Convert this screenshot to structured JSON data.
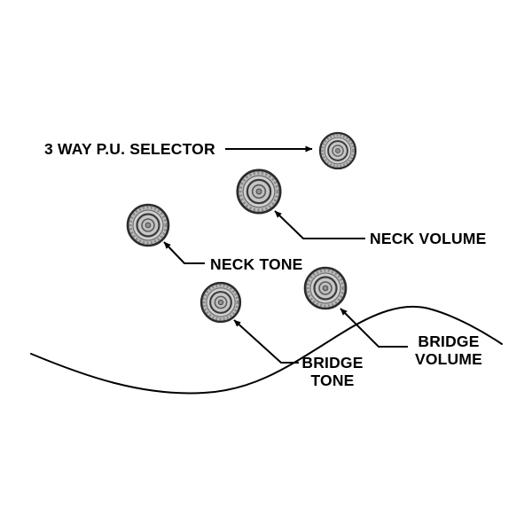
{
  "diagram": {
    "labels": {
      "selector": "3 WAY P.U. SELECTOR",
      "neck_volume": "NECK VOLUME",
      "neck_tone": "NECK TONE",
      "bridge_volume": [
        "BRIDGE",
        "VOLUME"
      ],
      "bridge_tone": [
        "BRIDGE",
        "TONE"
      ]
    },
    "knobs": [
      {
        "name": "3-way-pickup-selector"
      },
      {
        "name": "neck-volume-knob"
      },
      {
        "name": "neck-tone-knob"
      },
      {
        "name": "bridge-volume-knob"
      },
      {
        "name": "bridge-tone-knob"
      }
    ],
    "colors": {
      "background": "#ffffff",
      "line": "#000000",
      "knob_fill_outer": "#bdbdbd",
      "knob_fill_mid": "#cfcfcf",
      "knob_fill_inner": "#b5b5b5",
      "knob_stroke": "#2b2b2b"
    }
  }
}
